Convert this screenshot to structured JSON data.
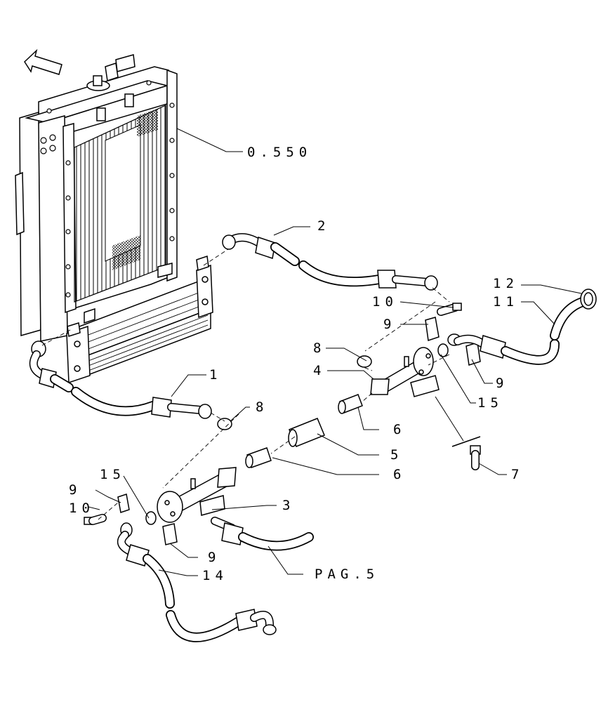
{
  "callouts": {
    "ref_0550": "0.550",
    "pag5": "PAG.5",
    "c1": "1",
    "c2": "2",
    "c3": "3",
    "c4": "4",
    "c5": "5",
    "c6a": "6",
    "c6b": "6",
    "c7": "7",
    "c8a": "8",
    "c8b": "8",
    "c9a": "9",
    "c9b": "9",
    "c9c": "9",
    "c9d": "9",
    "c10a": "10",
    "c10b": "10",
    "c11": "11",
    "c12": "12",
    "c14": "14",
    "c15a": "15",
    "c15b": "15"
  }
}
